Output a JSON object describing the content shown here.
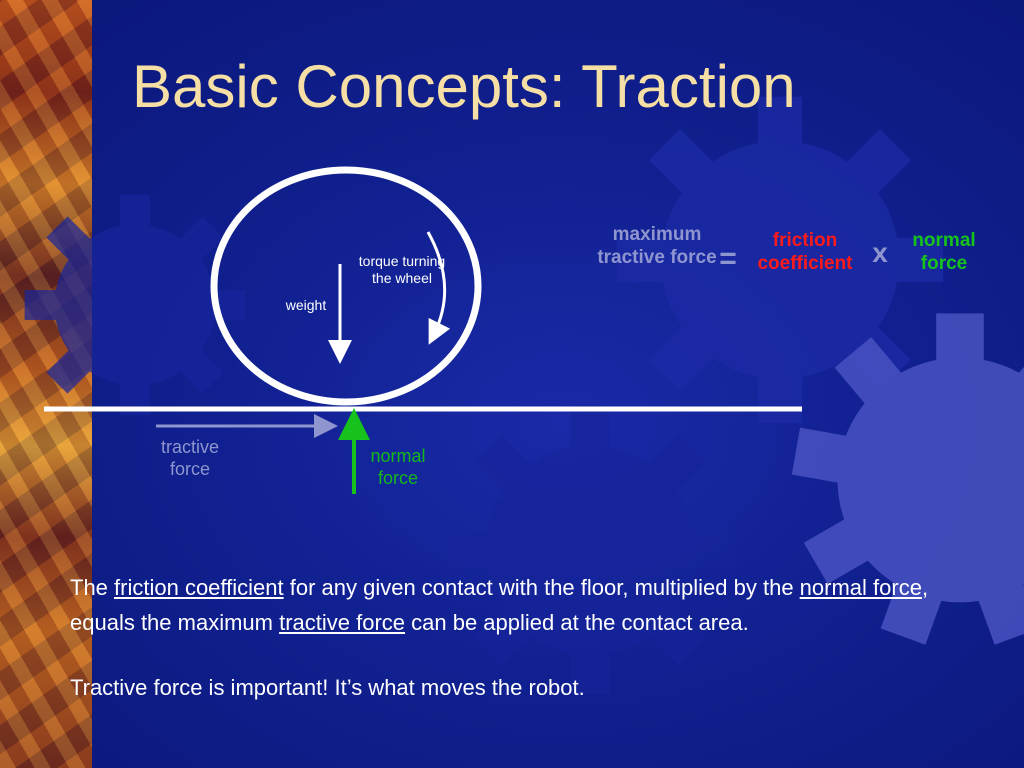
{
  "slide": {
    "title": "Basic Concepts: Traction",
    "diagram": {
      "weight_label": "weight",
      "torque_label": "torque turning the wheel",
      "tractive_force_label": "tractive force",
      "normal_force_label": "normal force"
    },
    "equation": {
      "lhs": "maximum tractive force",
      "equals": "=",
      "factor1": "friction coefficient",
      "times": "x",
      "factor2": "normal force"
    },
    "body": {
      "p1_prefix": "The ",
      "p1_term1": "friction coefficient",
      "p1_mid1": " for any given contact with the floor, multiplied by the ",
      "p1_term2": "normal force",
      "p1_mid2": ", equals the maximum ",
      "p1_term3": "tractive force",
      "p1_suffix": " can be applied at the contact area.",
      "p2": "Tractive force is important!  It’s what moves the robot."
    },
    "colors": {
      "background": "#0b1580",
      "title": "#f5dfa4",
      "friction": "#ff1a1a",
      "normal_force": "#17c21c",
      "tractive_force": "#8f95cf"
    }
  }
}
